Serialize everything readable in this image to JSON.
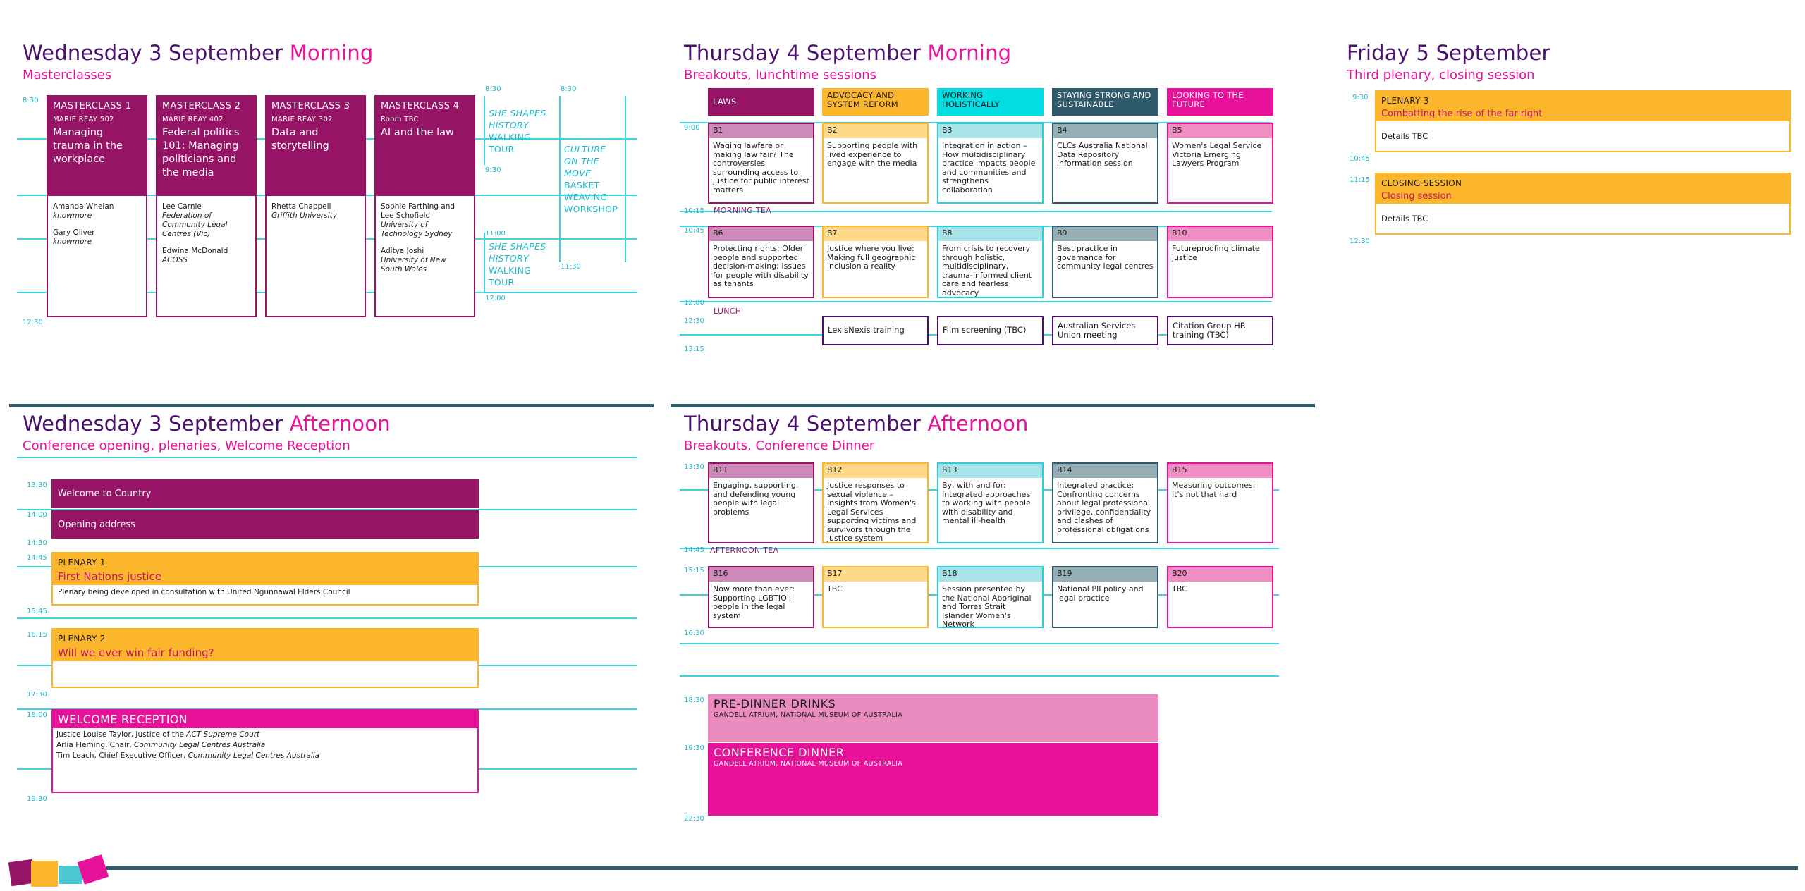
{
  "colors": {
    "purple": "#961466",
    "dark_purple": "#4b0f6e",
    "magenta": "#e8119a",
    "gold": "#fcb62b",
    "teal": "#2bd0dd",
    "slate": "#2f5a6c"
  },
  "wed_morning": {
    "title_main": "Wednesday 3 September",
    "title_accent": "Morning",
    "subtitle": "Masterclasses",
    "times": [
      "8:30",
      "12:30"
    ],
    "masterclasses": [
      {
        "name": "MASTERCLASS 1",
        "room": "MARIE REAY 502",
        "title": "Managing trauma in the workplace",
        "people": [
          {
            "name": "Amanda Whelan",
            "org": "knowmore"
          },
          {
            "name": "Gary Oliver",
            "org": "knowmore"
          }
        ]
      },
      {
        "name": "MASTERCLASS 2",
        "room": "MARIE REAY 402",
        "title": "Federal politics 101: Managing politicians and the media",
        "people": [
          {
            "name": "Lee Carnie",
            "org": "Federation of Community Legal Centres (Vic)"
          },
          {
            "name": "Edwina McDonald",
            "org": "ACOSS"
          }
        ]
      },
      {
        "name": "MASTERCLASS 3",
        "room": "MARIE REAY 302",
        "title": "Data and storytelling",
        "people": [
          {
            "name": "Rhetta Chappell",
            "org": "Griffith University"
          }
        ]
      },
      {
        "name": "MASTERCLASS 4",
        "room": "Room TBC",
        "title": "AI and the law",
        "people": [
          {
            "name": "Sophie Farthing and Lee Schofield",
            "org": "University of Technology Sydney"
          },
          {
            "name": "Aditya Joshi",
            "org": "University of New South Wales"
          }
        ]
      }
    ],
    "tour1": {
      "time_start": "8:30",
      "time_end": "9:30",
      "line1": "SHE SHAPES",
      "line2": "HISTORY",
      "line3": "WALKING",
      "line4": "TOUR"
    },
    "tour2": {
      "time_start": "11:00",
      "time_end": "12:00",
      "line1": "SHE SHAPES",
      "line2": "HISTORY",
      "line3": "WALKING",
      "line4": "TOUR"
    },
    "workshop": {
      "time_start": "8:30",
      "time_end": "11:30",
      "line1": "CULTURE",
      "line2": "ON THE",
      "line3": "MOVE",
      "line4": "BASKET",
      "line5": "WEAVING",
      "line6": "WORKSHOP"
    }
  },
  "thu_morning": {
    "title_main": "Thursday 4 September",
    "title_accent": "Morning",
    "subtitle": "Breakouts, lunchtime sessions",
    "themes": [
      "LAWS",
      "ADVOCACY AND SYSTEM REFORM",
      "WORKING HOLISTICALLY",
      "STAYING STRONG AND SUSTAINABLE",
      "LOOKING TO THE FUTURE"
    ],
    "times": {
      "t1": "9:00",
      "t2": "10:15",
      "t3": "10:45",
      "t4": "12:00",
      "t5": "12:30",
      "t6": "13:15"
    },
    "morning_tea": "MORNING TEA",
    "lunch": "LUNCH",
    "row1": [
      {
        "code": "B1",
        "desc": "Waging lawfare or making law fair? The controversies surrounding access to justice for public interest matters"
      },
      {
        "code": "B2",
        "desc": "Supporting people with lived experience to engage with the media"
      },
      {
        "code": "B3",
        "desc": "Integration in action – How multidisciplinary practice impacts people and communities and strengthens collaboration"
      },
      {
        "code": "B4",
        "desc": "CLCs Australia National Data Repository information session"
      },
      {
        "code": "B5",
        "desc": "Women's Legal Service Victoria Emerging Lawyers Program"
      }
    ],
    "row2": [
      {
        "code": "B6",
        "desc": "Protecting rights: Older people and supported decision-making; Issues for people with disability as tenants"
      },
      {
        "code": "B7",
        "desc": "Justice where you live: Making full geographic inclusion a reality"
      },
      {
        "code": "B8",
        "desc": "From crisis to recovery through holistic, multidisciplinary, trauma-informed client care and fearless advocacy"
      },
      {
        "code": "B9",
        "desc": "Best practice in governance for community legal centres"
      },
      {
        "code": "B10",
        "desc": "Futureproofing climate justice"
      }
    ],
    "lunch_sessions": [
      "LexisNexis training",
      "Film screening (TBC)",
      "Australian Services Union meeting",
      "Citation Group HR training (TBC)"
    ]
  },
  "fri": {
    "title_main": "Friday 5 September",
    "subtitle": "Third plenary, closing session",
    "times": {
      "t1": "9:30",
      "t2": "10:45",
      "t3": "11:15",
      "t4": "12:30"
    },
    "plenary3": {
      "label": "PLENARY 3",
      "title": "Combatting the rise of the far right",
      "body": "Details TBC"
    },
    "closing": {
      "label": "CLOSING SESSION",
      "title": "Closing session",
      "body": "Details TBC"
    }
  },
  "wed_afternoon": {
    "title_main": "Wednesday 3 September",
    "title_accent": "Afternoon",
    "subtitle": "Conference opening, plenaries, Welcome Reception",
    "times": {
      "t1": "13:30",
      "t2": "14:00",
      "t3": "14:30",
      "t4": "14:45",
      "t5": "15:45",
      "t6": "16:15",
      "t7": "17:30",
      "t8": "18:00",
      "t9": "19:30"
    },
    "welcome": "Welcome to Country",
    "opening": "Opening address",
    "plenary1": {
      "label": "PLENARY 1",
      "title": "First Nations justice",
      "body": "Plenary being developed in consultation with United Ngunnawal Elders Council"
    },
    "plenary2": {
      "label": "PLENARY 2",
      "title": "Will we ever win fair funding?"
    },
    "reception": {
      "label": "WELCOME RECEPTION",
      "l1_name": "Justice Louise Taylor, Justice of the ",
      "l1_org": "ACT Supreme Court",
      "l2_name": "Arlia Fleming, Chair, ",
      "l2_org": "Community Legal Centres Australia",
      "l3_name": "Tim Leach, Chief Executive Officer, ",
      "l3_org": "Community Legal Centres Australia"
    }
  },
  "thu_afternoon": {
    "title_main": "Thursday 4 September",
    "title_accent": "Afternoon",
    "subtitle": "Breakouts, Conference Dinner",
    "times": {
      "t1": "13:30",
      "t2": "14:45",
      "t3": "15:15",
      "t4": "16:30",
      "t5": "18:30",
      "t6": "19:30",
      "t7": "22:30"
    },
    "afternoon_tea": "AFTERNOON TEA",
    "row1": [
      {
        "code": "B11",
        "desc": "Engaging, supporting, and defending young people with legal problems"
      },
      {
        "code": "B12",
        "desc": "Justice responses to sexual violence – Insights from Women's Legal Services supporting victims and survivors through the justice system"
      },
      {
        "code": "B13",
        "desc": "By, with and for: Integrated approaches to working with people with disability and mental ill-health"
      },
      {
        "code": "B14",
        "desc": "Integrated practice: Confronting concerns about legal professional privilege, confidentiality and clashes of professional obligations"
      },
      {
        "code": "B15",
        "desc": "Measuring outcomes: It's not that hard"
      }
    ],
    "row2": [
      {
        "code": "B16",
        "desc": "Now more than ever: Supporting LGBTIQ+ people in the legal system"
      },
      {
        "code": "B17",
        "desc": "TBC"
      },
      {
        "code": "B18",
        "desc": "Session presented by the National Aboriginal and Torres Strait Islander Women's Network"
      },
      {
        "code": "B19",
        "desc": "National PII policy and legal practice"
      },
      {
        "code": "B20",
        "desc": "TBC"
      }
    ],
    "drinks": {
      "title": "PRE-DINNER DRINKS",
      "venue": "GANDELL ATRIUM, NATIONAL MUSEUM OF AUSTRALIA"
    },
    "dinner": {
      "title": "CONFERENCE DINNER",
      "venue": "GANDELL ATRIUM, NATIONAL MUSEUM OF AUSTRALIA"
    }
  }
}
